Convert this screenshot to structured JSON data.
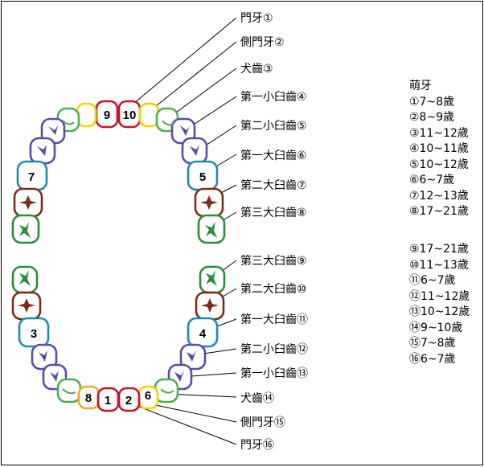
{
  "colors": {
    "incisor": "#c8102e",
    "lateral": "#f2d200",
    "canine": "#f5a623",
    "premolar1": "#4caf50",
    "premolar2": "#5e4aa8",
    "molar1": "#1f8ab0",
    "molar2": "#7a2e1a",
    "molar3": "#2e8b3a"
  },
  "upper_labels": [
    "門牙①",
    "側門牙②",
    "犬齒③",
    "第一小臼齒④",
    "第二小臼齒⑤",
    "第一大臼齒⑥",
    "第二大臼齒⑦",
    "第三大臼齒⑧"
  ],
  "lower_labels": [
    "第三大臼齒⑨",
    "第二大臼齒⑩",
    "第一大臼齒⑪",
    "第二小臼齒⑫",
    "第一小臼齒⑬",
    "犬齒⑭",
    "側門牙⑮",
    "門牙⑯"
  ],
  "tooth_numbers": {
    "upper_left_incisor": "9",
    "upper_right_incisor": "10",
    "upper_left_molar1": "7",
    "upper_right_molar1": "5",
    "lower_left_molar1": "3",
    "lower_right_molar1": "4",
    "lower_left_lateral": "8",
    "lower_left_incisor": "1",
    "lower_right_incisor": "2",
    "lower_right_lateral": "6"
  },
  "legend": {
    "title": "萌牙",
    "upper": [
      "①7~8歲",
      "②8~9歲",
      "③11~12歲",
      "④10~11歲",
      "⑤10~12歲",
      "⑥6~7歲",
      "⑦12~13歲",
      "⑧17~21歲"
    ],
    "lower": [
      "⑨17~21歲",
      "⑩11~13歲",
      "⑪6~7歲",
      "⑫11~12歲",
      "⑬10~12歲",
      "⑭9~10歲",
      "⑮7~8歲",
      "⑯6~7歲"
    ]
  }
}
